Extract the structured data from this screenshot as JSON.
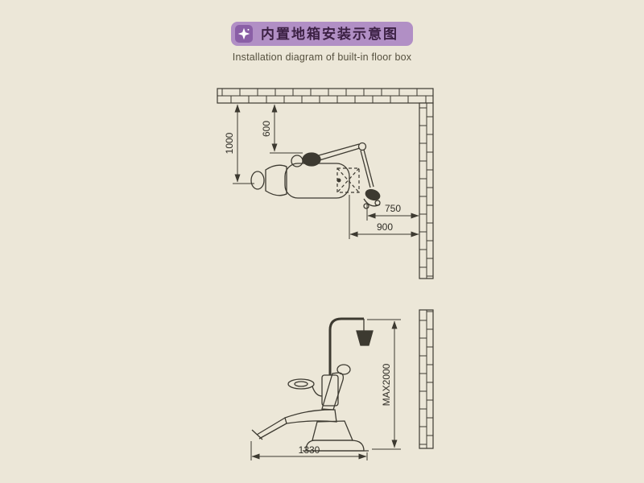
{
  "header": {
    "title": "内置地箱安装示意图",
    "subtitle": "Installation diagram of built-in floor box",
    "badge_color": "#b18fc5",
    "badge_icon_bg": "#8a5fa6",
    "title_color": "#3c2144",
    "icon": "star-sparkle"
  },
  "colors": {
    "background": "#ece7d8",
    "line": "#3d3a31"
  },
  "top_view": {
    "dimensions": {
      "d1000": "1000",
      "d600": "600",
      "d750": "750",
      "d900": "900"
    }
  },
  "side_view": {
    "dimensions": {
      "max2000": "MAX2000",
      "d1330": "1330"
    }
  }
}
